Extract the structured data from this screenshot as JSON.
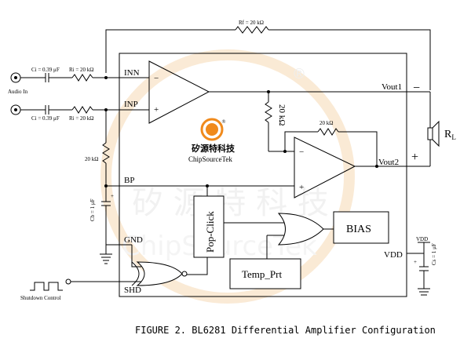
{
  "components": {
    "rf": "Rf = 20 kΩ",
    "ci_top": "Ci = 0.39 μF",
    "ri_top": "Ri = 20 kΩ",
    "ci_bot": "Ci = 0.39 μF",
    "ri_bot": "Ri = 20 kΩ",
    "r_bias": "20 kΩ",
    "r_fb_vertical": "20 kΩ",
    "r_fb_horizontal": "20 kΩ",
    "cb": "Cb = 1 μF",
    "cs": "Cs = 1 μF",
    "vdd_top": "VDD",
    "rl_main": "R",
    "rl_sub": "L"
  },
  "pins": {
    "inn": "INN",
    "inp": "INP",
    "bp": "BP",
    "gnd": "GND",
    "shd": "SHD",
    "vout1": "Vout1",
    "vout2": "Vout2",
    "vdd": "VDD"
  },
  "external": {
    "audio_in": "Audio In",
    "shutdown_control": "Shutdown Control"
  },
  "blocks": {
    "bias": "BIAS",
    "temp_prt": "Temp_Prt",
    "pop_click": "Pop-Click"
  },
  "signs": {
    "op1_minus": "−",
    "op1_plus": "+",
    "op2_minus": "−",
    "op2_plus": "+",
    "spk_minus": "−",
    "spk_plus": "+",
    "cb_plus": "+",
    "cs_plus": "+"
  },
  "logo": {
    "cn": "矽源特科技",
    "en": "ChipSourceTek",
    "mark": "®"
  },
  "watermark": {
    "cn": "矽 源 特 科 技",
    "en": "ChipSourceTek",
    "mark": "®"
  },
  "caption": "FIGURE 2. BL6281 Differential Amplifier Configuration",
  "colors": {
    "line": "#000000",
    "watermark": "#e8a03a",
    "logo_orange": "#f08a1c"
  }
}
